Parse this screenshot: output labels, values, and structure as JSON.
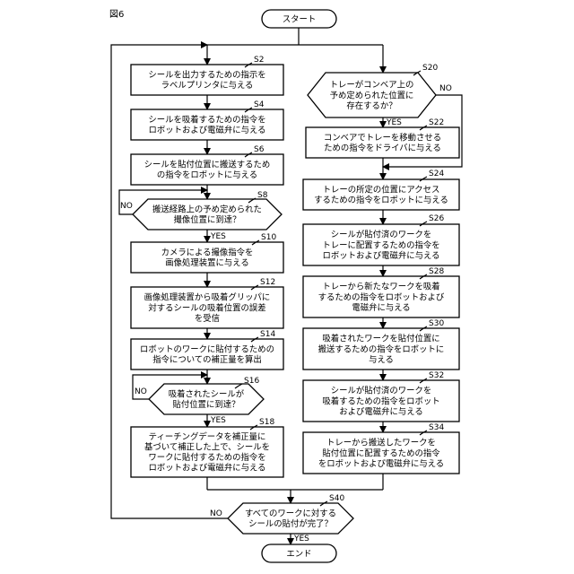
{
  "figure_label": "図6",
  "nodes": [
    {
      "id": "start",
      "type": "terminal",
      "lines": [
        "スタート"
      ]
    },
    {
      "id": "S2",
      "type": "process",
      "step": "S2",
      "lines": [
        "シールを出力するための指示を",
        "ラベルプリンタに与える"
      ]
    },
    {
      "id": "S4",
      "type": "process",
      "step": "S4",
      "lines": [
        "シールを吸着するための指令を",
        "ロボットおよび電磁弁に与える"
      ]
    },
    {
      "id": "S6",
      "type": "process",
      "step": "S6",
      "lines": [
        "シールを貼付位置に搬送するため",
        "の指令をロボットに与える"
      ]
    },
    {
      "id": "S8",
      "type": "decision",
      "step": "S8",
      "lines": [
        "搬送経路上の予め定められた",
        "撮像位置に到達？"
      ]
    },
    {
      "id": "S10",
      "type": "process",
      "step": "S10",
      "lines": [
        "カメラによる撮像指令を",
        "画像処理装置に与える"
      ]
    },
    {
      "id": "S12",
      "type": "process",
      "step": "S12",
      "lines": [
        "画像処理装置から吸着グリッパに",
        "対するシールの吸着位置の誤差",
        "を受信"
      ]
    },
    {
      "id": "S14",
      "type": "process",
      "step": "S14",
      "lines": [
        "ロボットのワークに貼付するための",
        "指令についての補正量を算出"
      ]
    },
    {
      "id": "S16",
      "type": "decision",
      "step": "S16",
      "lines": [
        "吸着されたシールが",
        "貼付位置に到達？"
      ]
    },
    {
      "id": "S18",
      "type": "process",
      "step": "S18",
      "lines": [
        "ティーチングデータを補正量に",
        "基づいて補正した上で、シールを",
        "ワークに貼付するための指令を",
        "ロボットおよび電磁弁に与える"
      ]
    },
    {
      "id": "S20",
      "type": "decision",
      "step": "S20",
      "lines": [
        "トレーがコンベア上の",
        "予め定められた位置に",
        "存在するか？"
      ]
    },
    {
      "id": "S22",
      "type": "process",
      "step": "S22",
      "lines": [
        "コンベアでトレーを移動させる",
        "ための指令をドライバに与える"
      ]
    },
    {
      "id": "S24",
      "type": "process",
      "step": "S24",
      "lines": [
        "トレーの所定の位置にアクセス",
        "するための指令をロボットに与える"
      ]
    },
    {
      "id": "S26",
      "type": "process",
      "step": "S26",
      "lines": [
        "シールが貼付済のワークを",
        "トレーに配置するための指令を",
        "ロボットおよび電磁弁に与える"
      ]
    },
    {
      "id": "S28",
      "type": "process",
      "step": "S28",
      "lines": [
        "トレーから新たなワークを吸着",
        "するための指令をロボットおよび",
        "電磁弁に与える"
      ]
    },
    {
      "id": "S30",
      "type": "process",
      "step": "S30",
      "lines": [
        "吸着されたワークを貼付位置に",
        "搬送するための指令をロボットに",
        "与える"
      ]
    },
    {
      "id": "S32",
      "type": "process",
      "step": "S32",
      "lines": [
        "シールが貼付済のワークを",
        "吸着するための指令をロボット",
        "および電磁弁に与える"
      ]
    },
    {
      "id": "S34",
      "type": "process",
      "step": "S34",
      "lines": [
        "トレーから搬送したワークを",
        "貼付位置に配置するための指令",
        "をロボットおよび電磁弁に与える"
      ]
    },
    {
      "id": "S40",
      "type": "decision",
      "step": "S40",
      "lines": [
        "すべてのワークに対する",
        "シールの貼付が完了？"
      ]
    },
    {
      "id": "end",
      "type": "terminal",
      "lines": [
        "エンド"
      ]
    }
  ],
  "branch_labels": {
    "yes": "YES",
    "no": "NO"
  }
}
